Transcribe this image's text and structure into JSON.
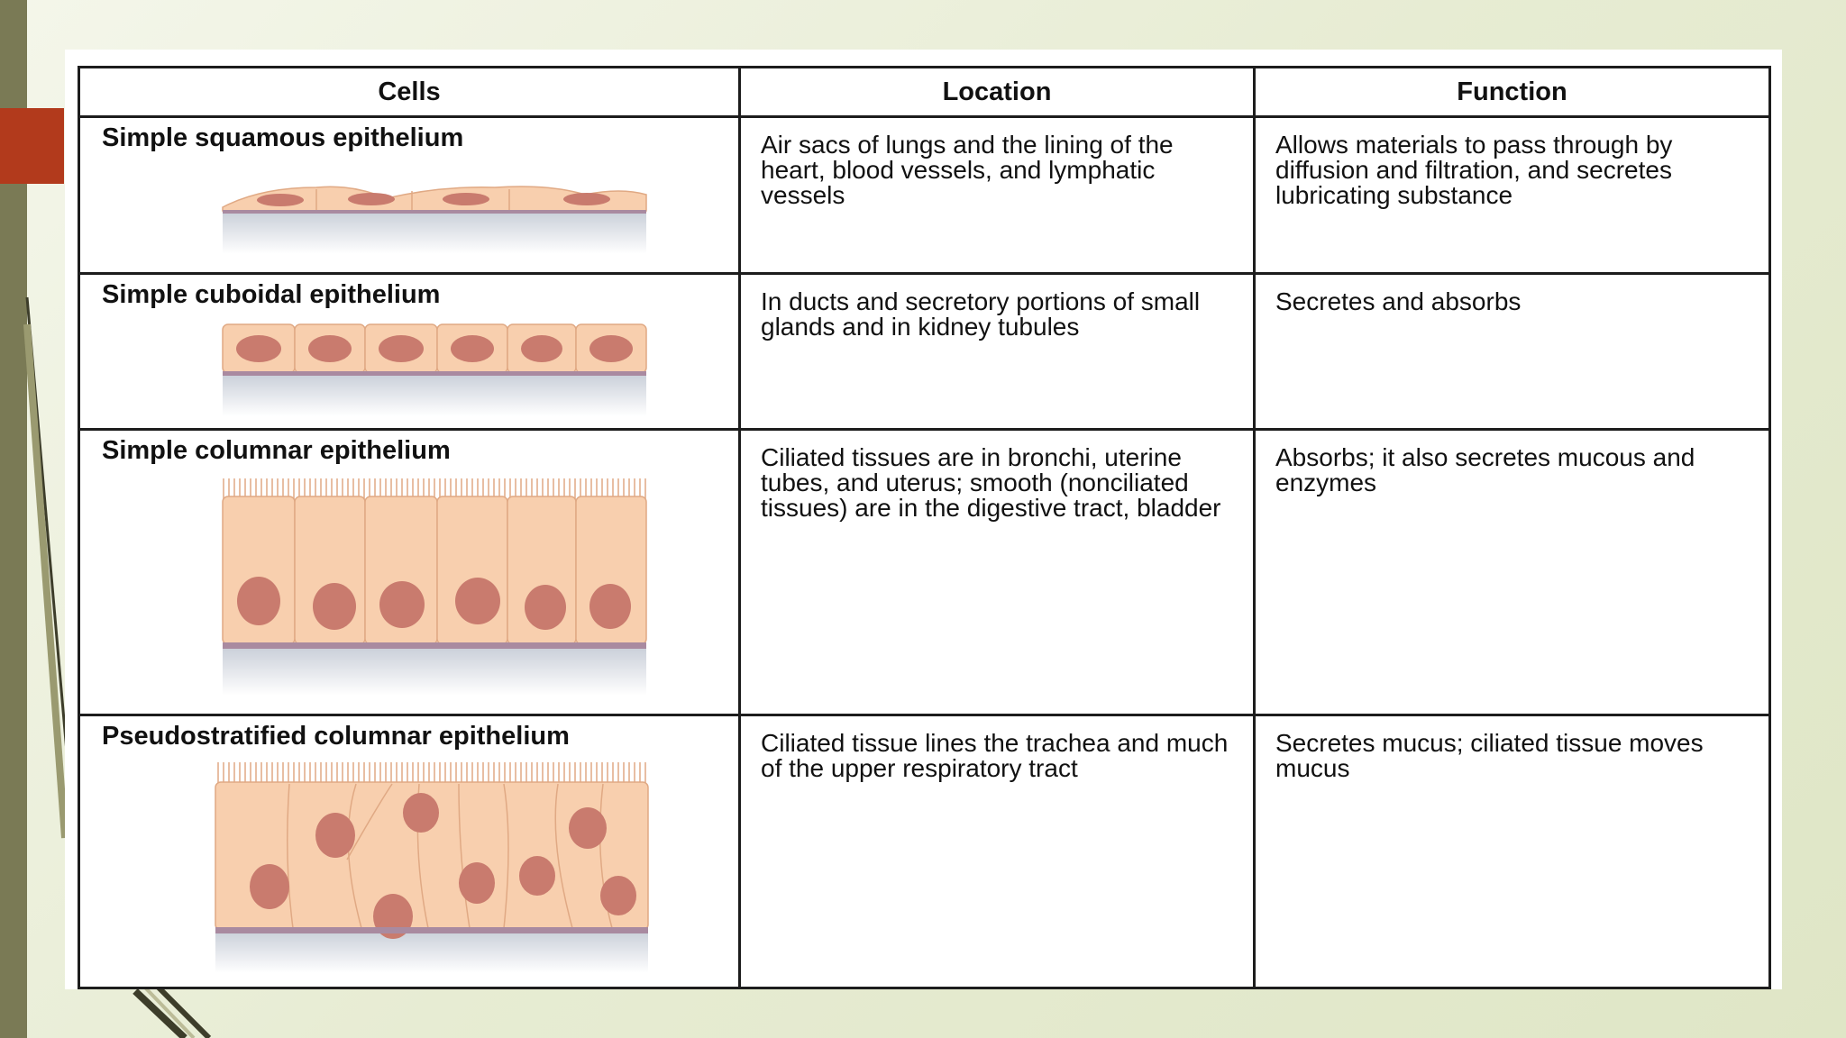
{
  "table": {
    "headers": [
      "Cells",
      "Location",
      "Function"
    ],
    "rows": [
      {
        "cells": "Simple squamous epithelium",
        "location": "Air sacs of lungs and the lining of the heart, blood vessels, and lymphatic vessels",
        "function": "Allows materials to pass through by diffusion and filtration, and secretes lubricating substance",
        "illustration_icon": "simple-squamous-cells-illustration"
      },
      {
        "cells": "Simple cuboidal epithelium",
        "location": "In ducts and secretory portions of small glands and in kidney tubules",
        "function": "Secretes and absorbs",
        "illustration_icon": "simple-cuboidal-cells-illustration"
      },
      {
        "cells": "Simple columnar epithelium",
        "location": "Ciliated tissues are in bronchi, uterine tubes, and uterus; smooth (nonciliated tissues) are in the digestive tract, bladder",
        "function": "Absorbs; it also secretes mucous and enzymes",
        "illustration_icon": "simple-columnar-cells-illustration"
      },
      {
        "cells": "Pseudostratified columnar epithelium",
        "location": "Ciliated tissue lines the trachea and much of the upper respiratory tract",
        "function": "Secretes mucus; ciliated tissue moves mucus",
        "illustration_icon": "pseudostratified-columnar-cells-illustration"
      }
    ]
  },
  "colors": {
    "background": "#e7ecd3",
    "left_bar": "#7a7a55",
    "accent_block": "#b23a1c",
    "cell_fill": "#f8cfae",
    "nucleus": "#c97b6e",
    "basement_membrane": "#a98aa0"
  }
}
